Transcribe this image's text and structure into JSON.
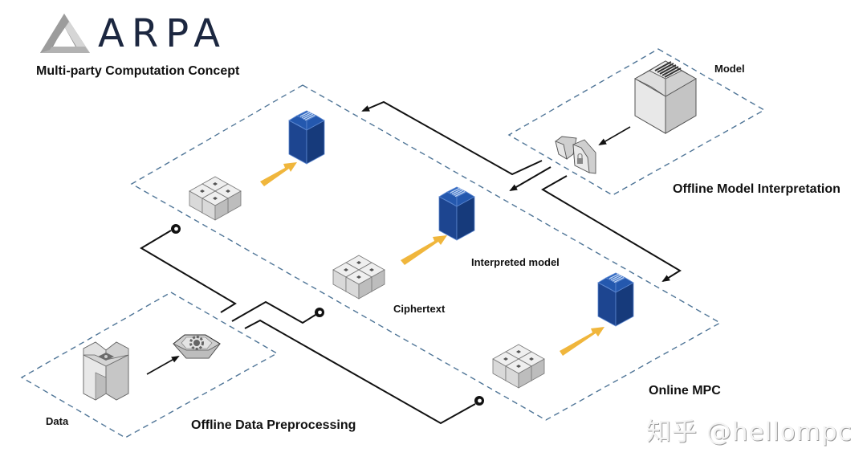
{
  "header": {
    "brand": "ARPA",
    "subtitle": "Multi-party Computation Concept"
  },
  "regions": {
    "model_interpretation": {
      "title": "Offline Model Interpretation",
      "item_label": "Model"
    },
    "online_mpc": {
      "title": "Online MPC",
      "labels": {
        "ciphertext": "Ciphertext",
        "interpreted_model": "Interpreted model"
      }
    },
    "data_preprocessing": {
      "title": "Offline Data Preprocessing",
      "item_label": "Data"
    }
  },
  "icons": {
    "logo": "impossible-triangle-icon",
    "model": "server-icon",
    "encrypt": "lock-split-icon",
    "interpreted": "blue-server-icon",
    "ciphertext": "cube-grid-icon",
    "data": "database-icon",
    "preprocess": "gear-icon",
    "transfer_node": "lock-node-icon"
  },
  "colors": {
    "brand": "#1c2740",
    "dashed_border": "#4f7597",
    "connector": "#111111",
    "arrow_accent": "#f0b63c",
    "server_blue": "#1f4b9a",
    "server_blue_dark": "#163a7b",
    "grey_light": "#e6e6e6",
    "grey_mid": "#c9c9c9",
    "grey_dark": "#a9a9a9"
  },
  "watermark": "知乎 @hellompc"
}
